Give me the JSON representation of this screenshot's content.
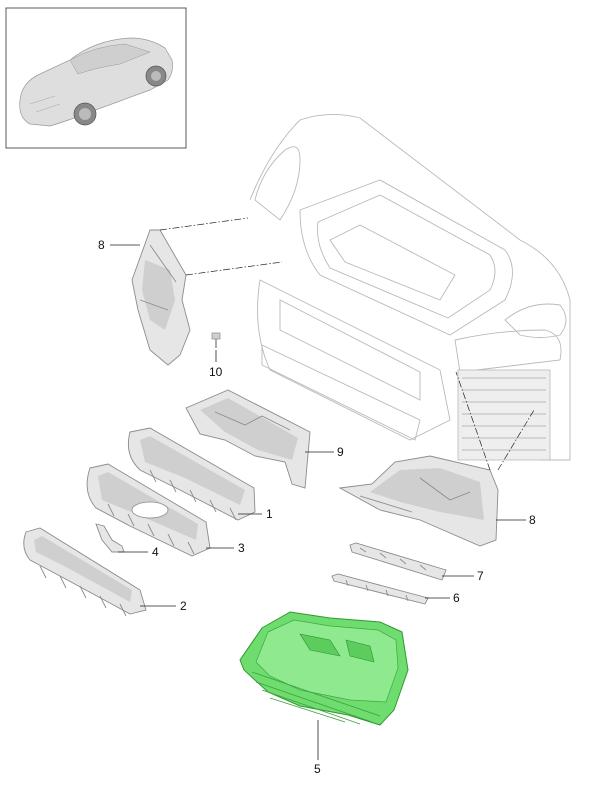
{
  "diagram": {
    "callouts": [
      {
        "id": "c1",
        "label": "1"
      },
      {
        "id": "c2",
        "label": "2"
      },
      {
        "id": "c3",
        "label": "3"
      },
      {
        "id": "c4",
        "label": "4"
      },
      {
        "id": "c5",
        "label": "5"
      },
      {
        "id": "c6",
        "label": "6"
      },
      {
        "id": "c7",
        "label": "7"
      },
      {
        "id": "c8a",
        "label": "8"
      },
      {
        "id": "c8b",
        "label": "8"
      },
      {
        "id": "c9",
        "label": "9"
      },
      {
        "id": "c10",
        "label": "10"
      }
    ],
    "highlight_color": "#6fdc6f",
    "highlighted_part": "5"
  }
}
